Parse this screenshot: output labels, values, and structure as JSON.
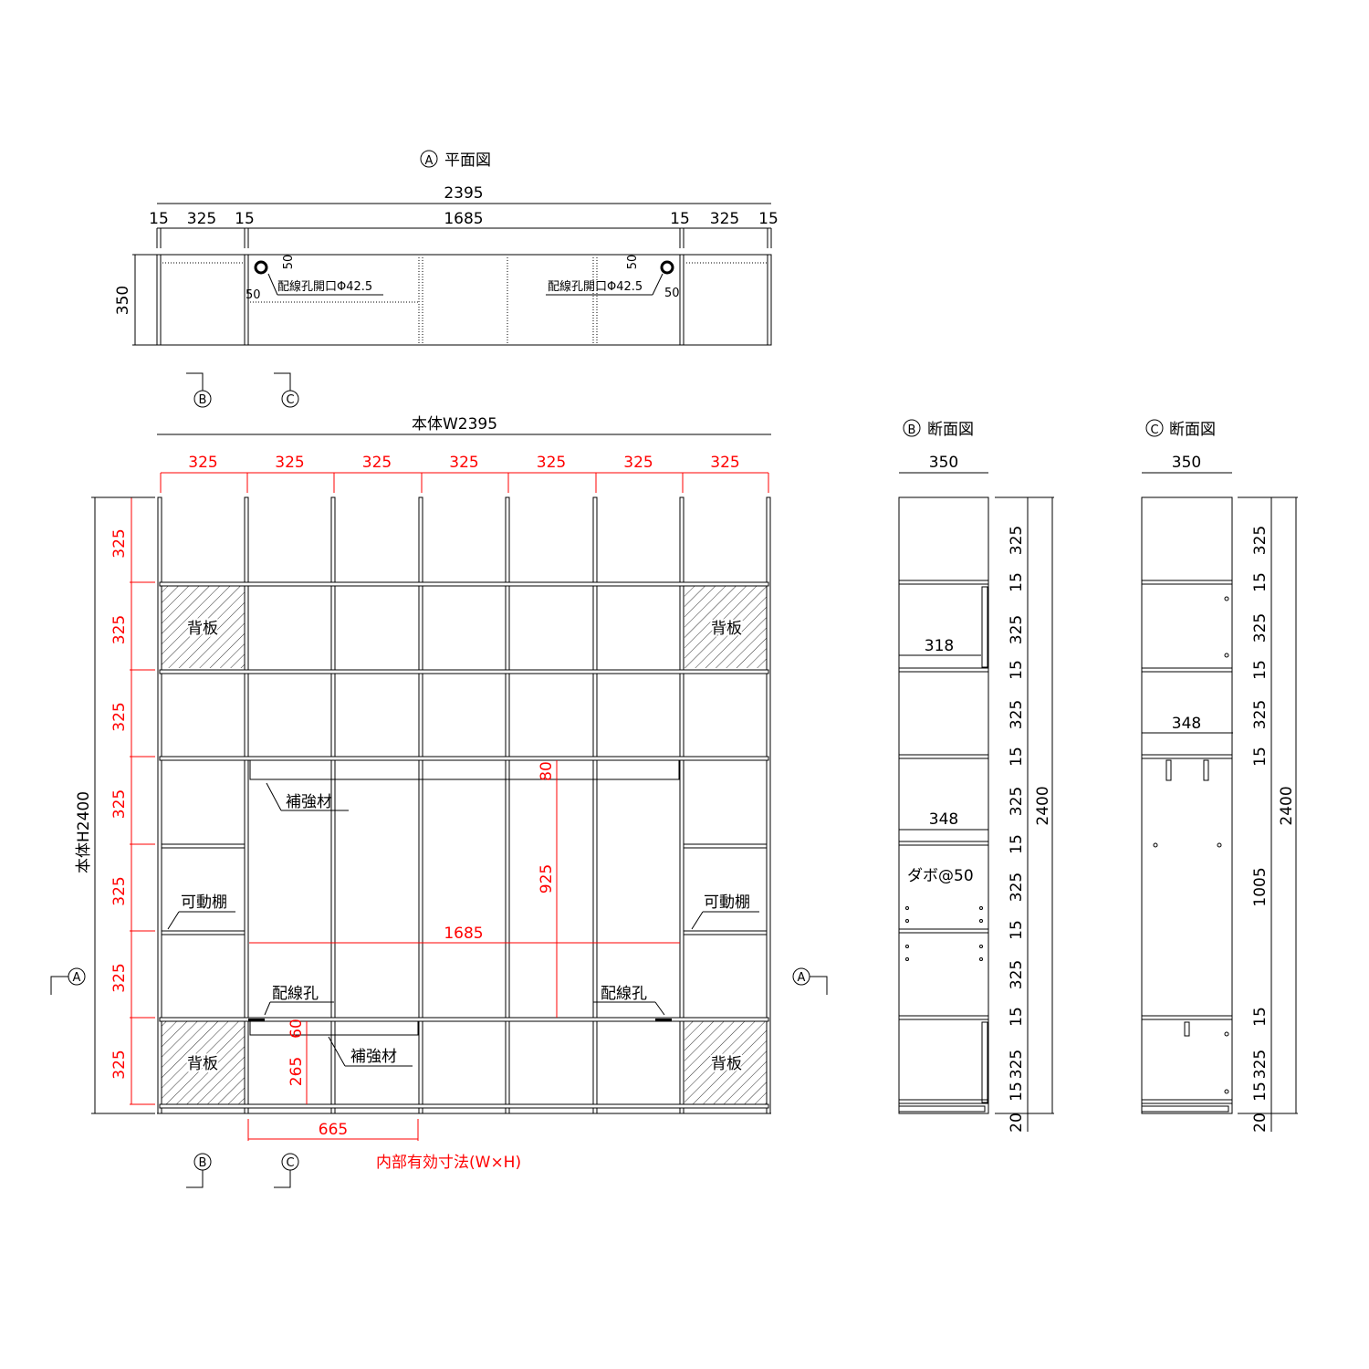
{
  "colors": {
    "line": "#000000",
    "dimension_red": "#ff0000",
    "background": "#ffffff"
  },
  "plan": {
    "marker": "A",
    "title": "平面図",
    "total_width": "2395",
    "segments": [
      "15",
      "325",
      "15",
      "1685",
      "15",
      "325",
      "15"
    ],
    "depth": "350",
    "hole_label": "配線孔開口Φ42.5",
    "hole_offset": "50"
  },
  "markers": {
    "a": "A",
    "b": "B",
    "c": "C"
  },
  "front": {
    "width_label": "本体W2395",
    "height_label": "本体H2400",
    "col_widths": [
      "325",
      "325",
      "325",
      "325",
      "325",
      "325",
      "325"
    ],
    "row_heights": [
      "325",
      "325",
      "325",
      "325",
      "325",
      "325",
      "325"
    ],
    "back_panel": "背板",
    "movable_shelf": "可動棚",
    "reinforcement": "補強材",
    "wiring_hole": "配線孔",
    "reinf_height": "80",
    "inner_height": "925",
    "inner_width": "1685",
    "lower_reinf_height": "60",
    "lower_height": "265",
    "lower_width": "665",
    "legend": "内部有効寸法(W×H)"
  },
  "section_b": {
    "marker": "B",
    "title": "断面図",
    "depth": "350",
    "shelf_depth_1": "318",
    "shelf_depth_2": "348",
    "dowel": "ダボ@50",
    "total": "2400",
    "dims": [
      "325",
      "15",
      "325",
      "15",
      "325",
      "15",
      "325",
      "15",
      "325",
      "15",
      "325",
      "15",
      "325",
      "15",
      "20"
    ]
  },
  "section_c": {
    "marker": "C",
    "title": "断面図",
    "depth": "350",
    "shelf_depth": "348",
    "total": "2400",
    "dims": [
      "325",
      "15",
      "325",
      "15",
      "325",
      "15",
      "1005",
      "15",
      "325",
      "15",
      "20"
    ]
  }
}
